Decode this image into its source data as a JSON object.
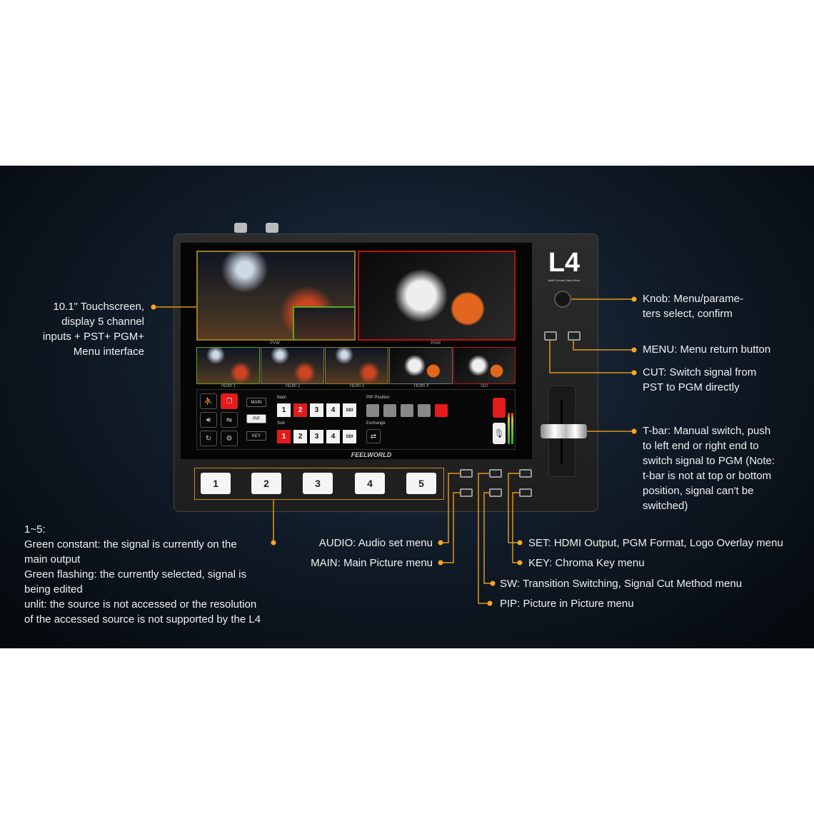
{
  "device": {
    "model": "L4",
    "model_subtitle": "Multi-Format Video Mixer",
    "brand": "FEELWORLD",
    "screen": {
      "preview_label": "PVW",
      "program_label": "PGM",
      "inputs": [
        "HDMI 1",
        "HDMI 2",
        "HDMI 3",
        "HDMI 4",
        "SDI"
      ]
    },
    "menu": {
      "mode_buttons": [
        "MAIN",
        "PIP",
        "KEY"
      ],
      "main_label": "Main",
      "sub_label": "Sub",
      "main_sources": [
        "1",
        "2",
        "3",
        "4",
        "SDI"
      ],
      "main_selected": "2",
      "sub_sources": [
        "1",
        "2",
        "3",
        "4",
        "SDI"
      ],
      "sub_selected": "1",
      "pip_position_label": "PIP Position",
      "exchange_label": "Exchange"
    },
    "panel_buttons": {
      "menu": "MENU",
      "cut": "CUT"
    },
    "source_buttons": [
      "1",
      "2",
      "3",
      "4",
      "5"
    ]
  },
  "annotations": {
    "touchscreen": [
      "10.1\" Touchscreen,",
      "display 5 channel",
      "inputs + PST+ PGM+",
      "Menu interface"
    ],
    "knob": [
      "Knob:  Menu/parame-",
      "ters select, confirm"
    ],
    "menu": "MENU: Menu return button",
    "cut": [
      "CUT: Switch  signal from",
      "PST to PGM directly"
    ],
    "tbar": [
      "T-bar: Manual switch, push",
      "to left end or right end to",
      "switch signal to PGM (Note:",
      "t-bar is not at top or bottom",
      "position, signal can't be",
      "switched)"
    ],
    "source_buttons": [
      "1~5:",
      "Green constant: the signal is currently on the",
      "main output",
      "Green flashing: the currently selected, signal is",
      "being edited",
      "unlit: the source is not accessed or the resolution",
      "of the accessed source is not supported by the L4"
    ],
    "audio": "AUDIO: Audio set menu",
    "main": "MAIN: Main Picture menu",
    "set": "SET:  HDMI Output, PGM Format, Logo Overlay menu",
    "key": "KEY: Chroma Key menu",
    "sw": "SW: Transition Switching, Signal Cut Method menu",
    "pip": "PIP:  Picture in Picture menu"
  },
  "colors": {
    "accent": "#f5a623",
    "selected": "#e31b1b",
    "background": "#0b1420"
  }
}
